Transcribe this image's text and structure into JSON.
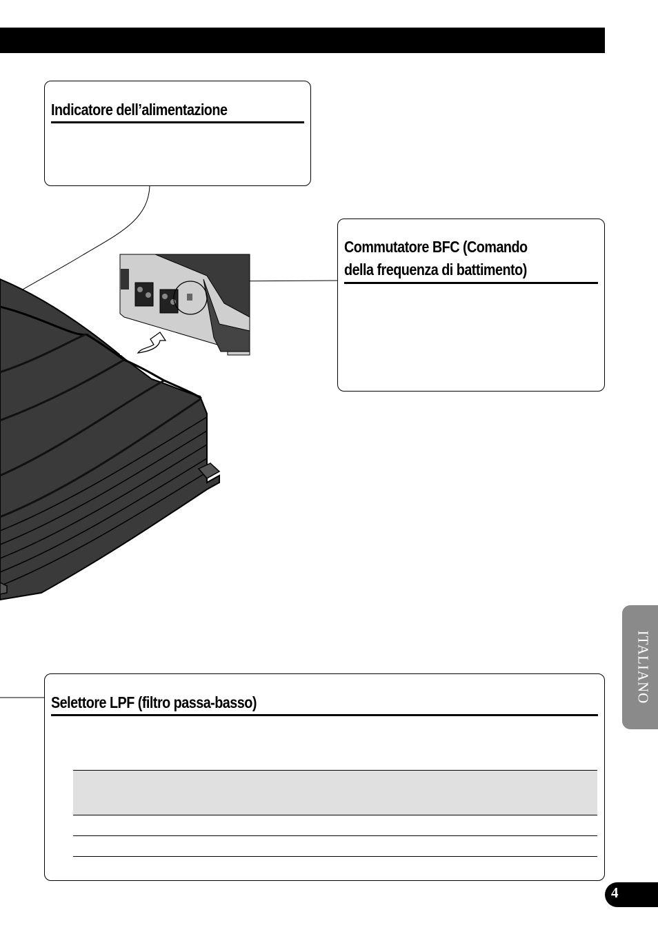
{
  "callouts": {
    "power": {
      "title": "Indicatore dell’alimentazione"
    },
    "bfc": {
      "title_line1": "Commutatore BFC (Comando",
      "title_line2": "della frequenza di battimento)"
    },
    "lpf": {
      "title": "Selettore LPF (filtro passa-basso)"
    }
  },
  "side_tab": {
    "label": "ITALIANO"
  },
  "page": {
    "number": "4"
  }
}
